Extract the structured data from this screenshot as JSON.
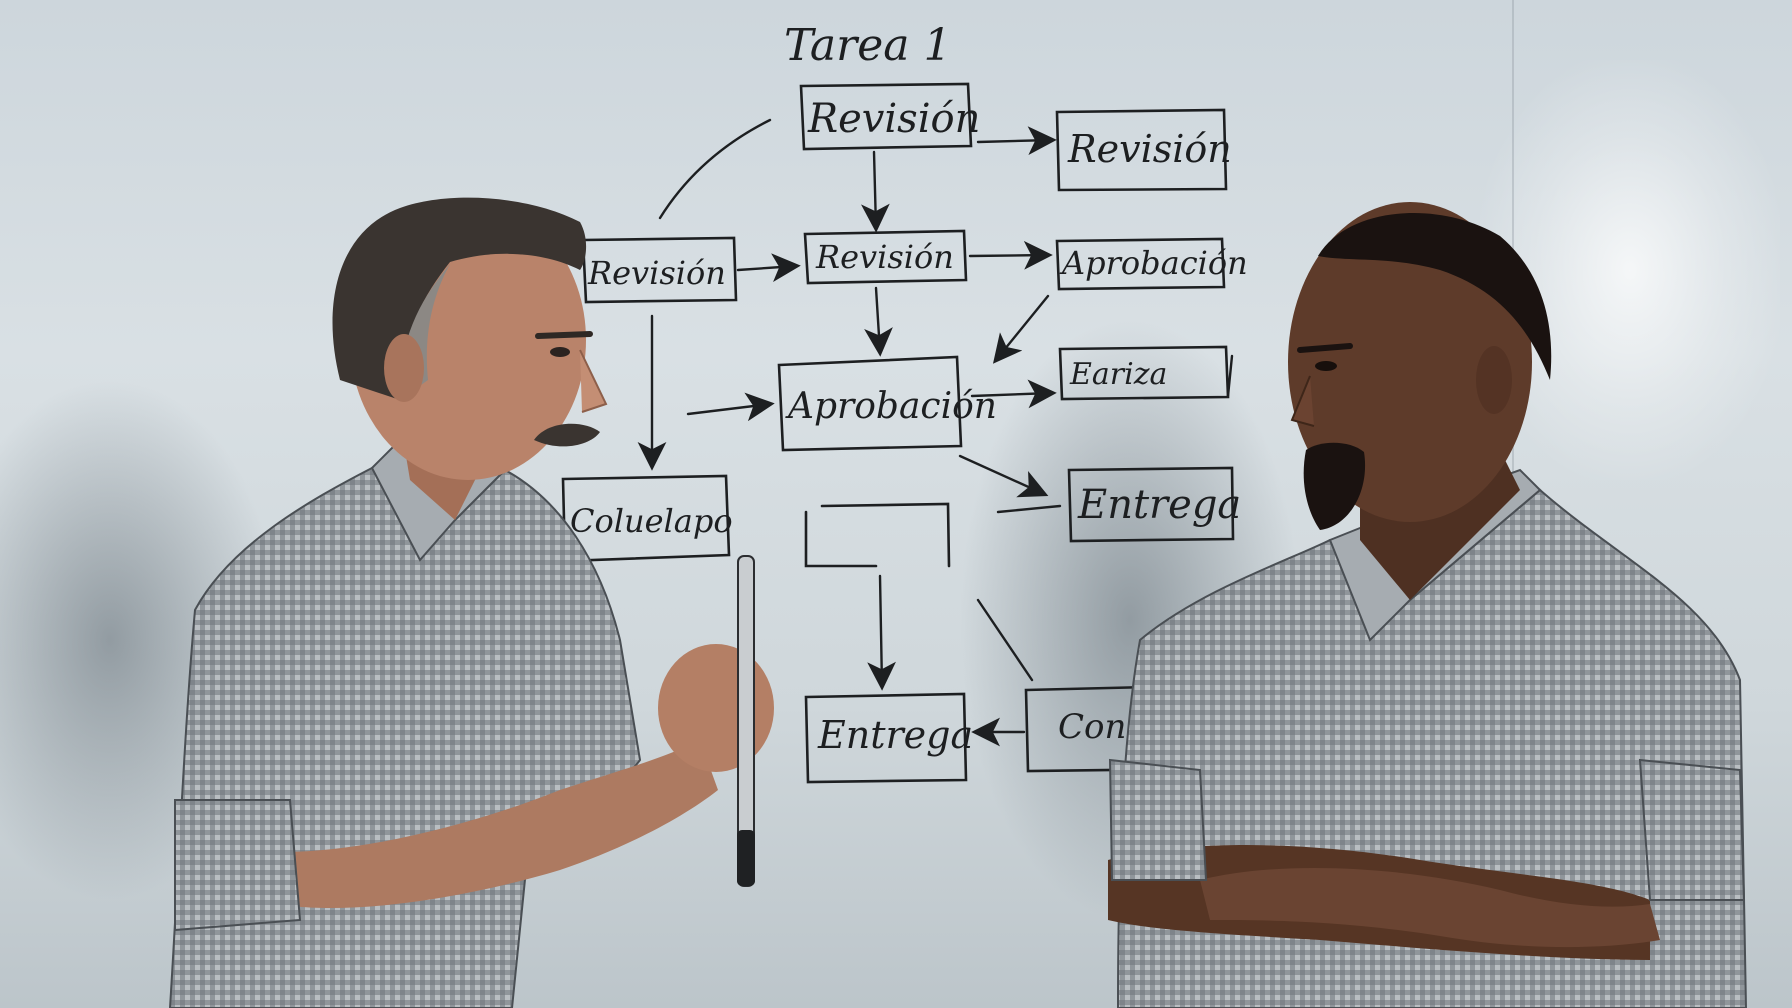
{
  "whiteboard": {
    "title": "Tarea 1",
    "nodes": [
      {
        "id": "revision-top",
        "label": "Revisión"
      },
      {
        "id": "revision-right",
        "label": "Revisión"
      },
      {
        "id": "revision-left",
        "label": "Revisión"
      },
      {
        "id": "revision-center",
        "label": "Revisión"
      },
      {
        "id": "aprobacion-right",
        "label": "Aprobación"
      },
      {
        "id": "aprobacion-center",
        "label": "Aprobación"
      },
      {
        "id": "eariza",
        "label": "Eariza"
      },
      {
        "id": "entrega-right",
        "label": "Entrega"
      },
      {
        "id": "coluelapo",
        "label": "Coluelapo"
      },
      {
        "id": "entrega-bottom",
        "label": "Entrega"
      },
      {
        "id": "conlado",
        "label": "Conlado"
      }
    ]
  },
  "colors": {
    "board": "#d6dde1",
    "ink": "#1d1f21",
    "shirt": "#8a9096",
    "skin_left": "#b9836a",
    "skin_right": "#5e3b2a"
  }
}
